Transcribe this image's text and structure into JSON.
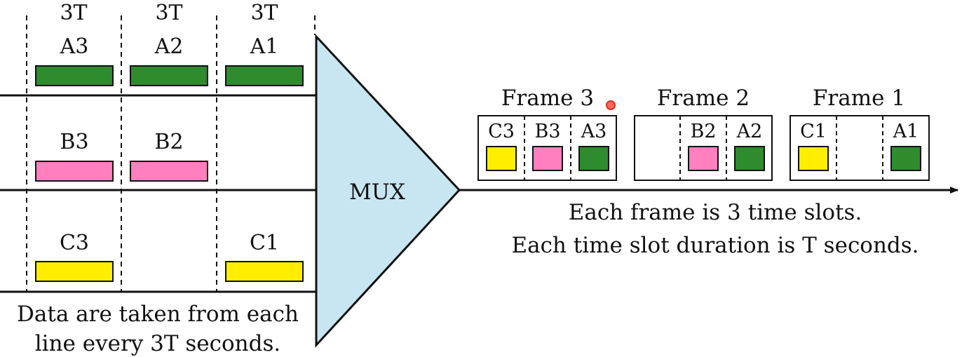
{
  "colors": {
    "green": "#2e8b2e",
    "pink": "#ff7fbf",
    "yellow": "#ffee00",
    "mux_fill": "#c8e6f2",
    "line": "#111111"
  },
  "inputs": {
    "column_headers": [
      "3T",
      "3T",
      "3T"
    ],
    "rows": [
      {
        "labels": [
          "A3",
          "A2",
          "A1"
        ],
        "color_key": "green"
      },
      {
        "labels": [
          "B3",
          "B2",
          ""
        ],
        "color_key": "pink"
      },
      {
        "labels": [
          "C3",
          "",
          "C1"
        ],
        "color_key": "yellow"
      }
    ],
    "caption_lines": [
      "Data are taken from each",
      "line every 3T seconds."
    ]
  },
  "mux": {
    "label": "MUX"
  },
  "frames": [
    {
      "title": "Frame 3",
      "slots": [
        {
          "label": "C3",
          "color_key": "yellow"
        },
        {
          "label": "B3",
          "color_key": "pink"
        },
        {
          "label": "A3",
          "color_key": "green"
        }
      ]
    },
    {
      "title": "Frame 2",
      "slots": [
        {
          "label": "",
          "color_key": ""
        },
        {
          "label": "B2",
          "color_key": "pink"
        },
        {
          "label": "A2",
          "color_key": "green"
        }
      ]
    },
    {
      "title": "Frame 1",
      "slots": [
        {
          "label": "C1",
          "color_key": "yellow"
        },
        {
          "label": "",
          "color_key": ""
        },
        {
          "label": "A1",
          "color_key": "green"
        }
      ]
    }
  ],
  "output_caption_lines": [
    "Each frame is 3 time slots.",
    "Each time slot duration is T seconds."
  ]
}
